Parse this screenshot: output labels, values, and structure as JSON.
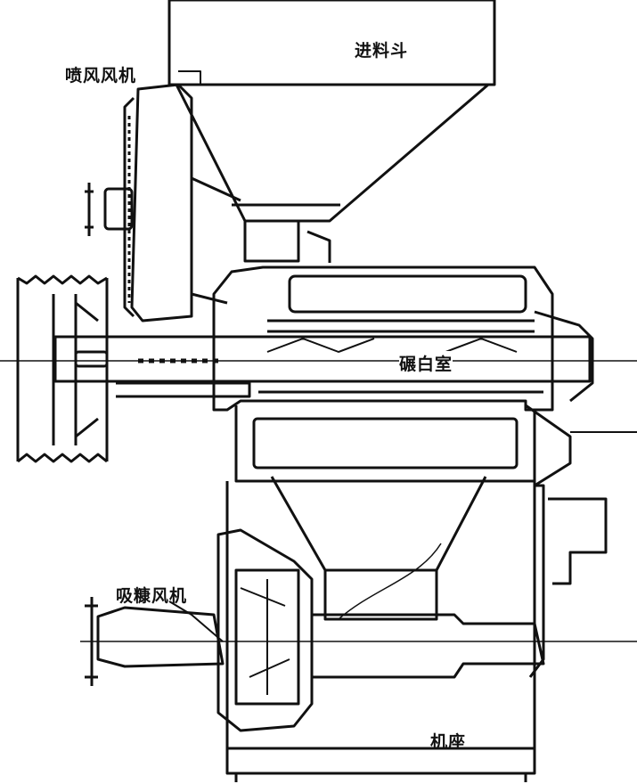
{
  "labels": {
    "hopper": "进料斗",
    "jet_fan": "喷风风机",
    "whitening_chamber": "碾白室",
    "suction_fan": "吸糠风机",
    "base": "机座"
  },
  "colors": {
    "ink": "#111111",
    "paper": "#ffffff"
  }
}
